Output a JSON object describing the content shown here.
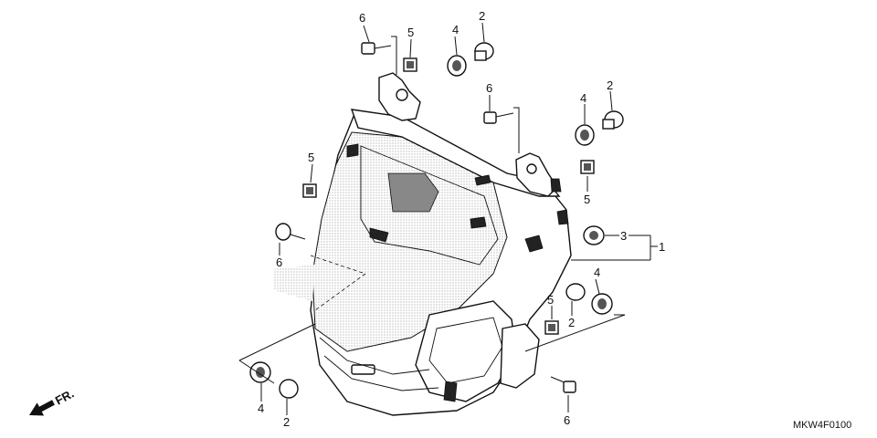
{
  "diagram": {
    "drawing_code": "MKW4F0100",
    "front_marker": "FR.",
    "callouts": [
      "1",
      "2",
      "3",
      "4",
      "5",
      "6"
    ]
  }
}
